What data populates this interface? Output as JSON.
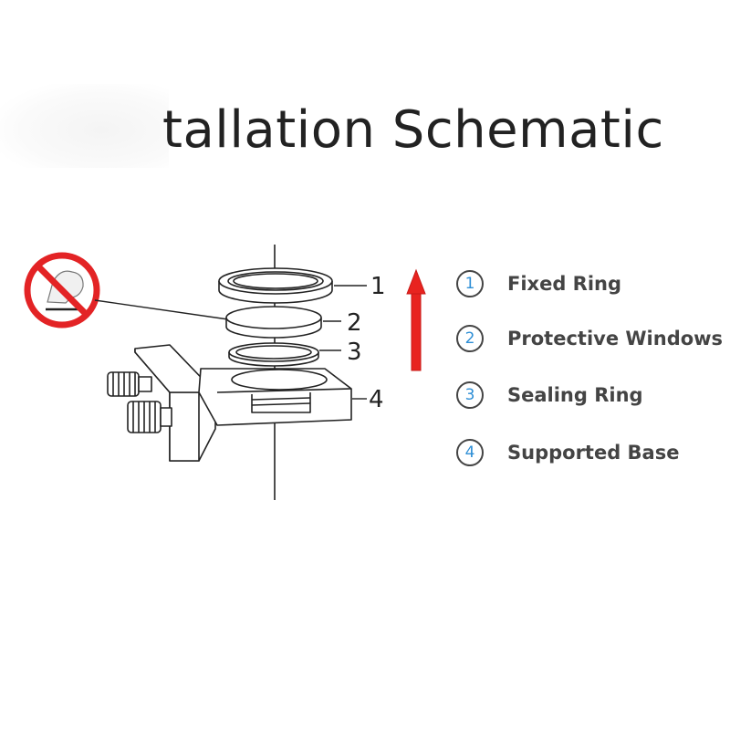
{
  "title": "tallation Schematic",
  "callouts": [
    "1",
    "2",
    "3",
    "4"
  ],
  "legend": [
    {
      "number": "1",
      "label": "Fixed Ring"
    },
    {
      "number": "2",
      "label": "Protective Windows"
    },
    {
      "number": "3",
      "label": "Sealing Ring"
    },
    {
      "number": "4",
      "label": "Supported Base"
    }
  ],
  "colors": {
    "arrow": "#e8231f",
    "badge_number": "#2f8fd6",
    "prohibition": "#e32325",
    "label_text": "#444444"
  },
  "icons": {
    "warning": "no-touch-prohibition-icon",
    "direction": "up-arrow-icon"
  }
}
